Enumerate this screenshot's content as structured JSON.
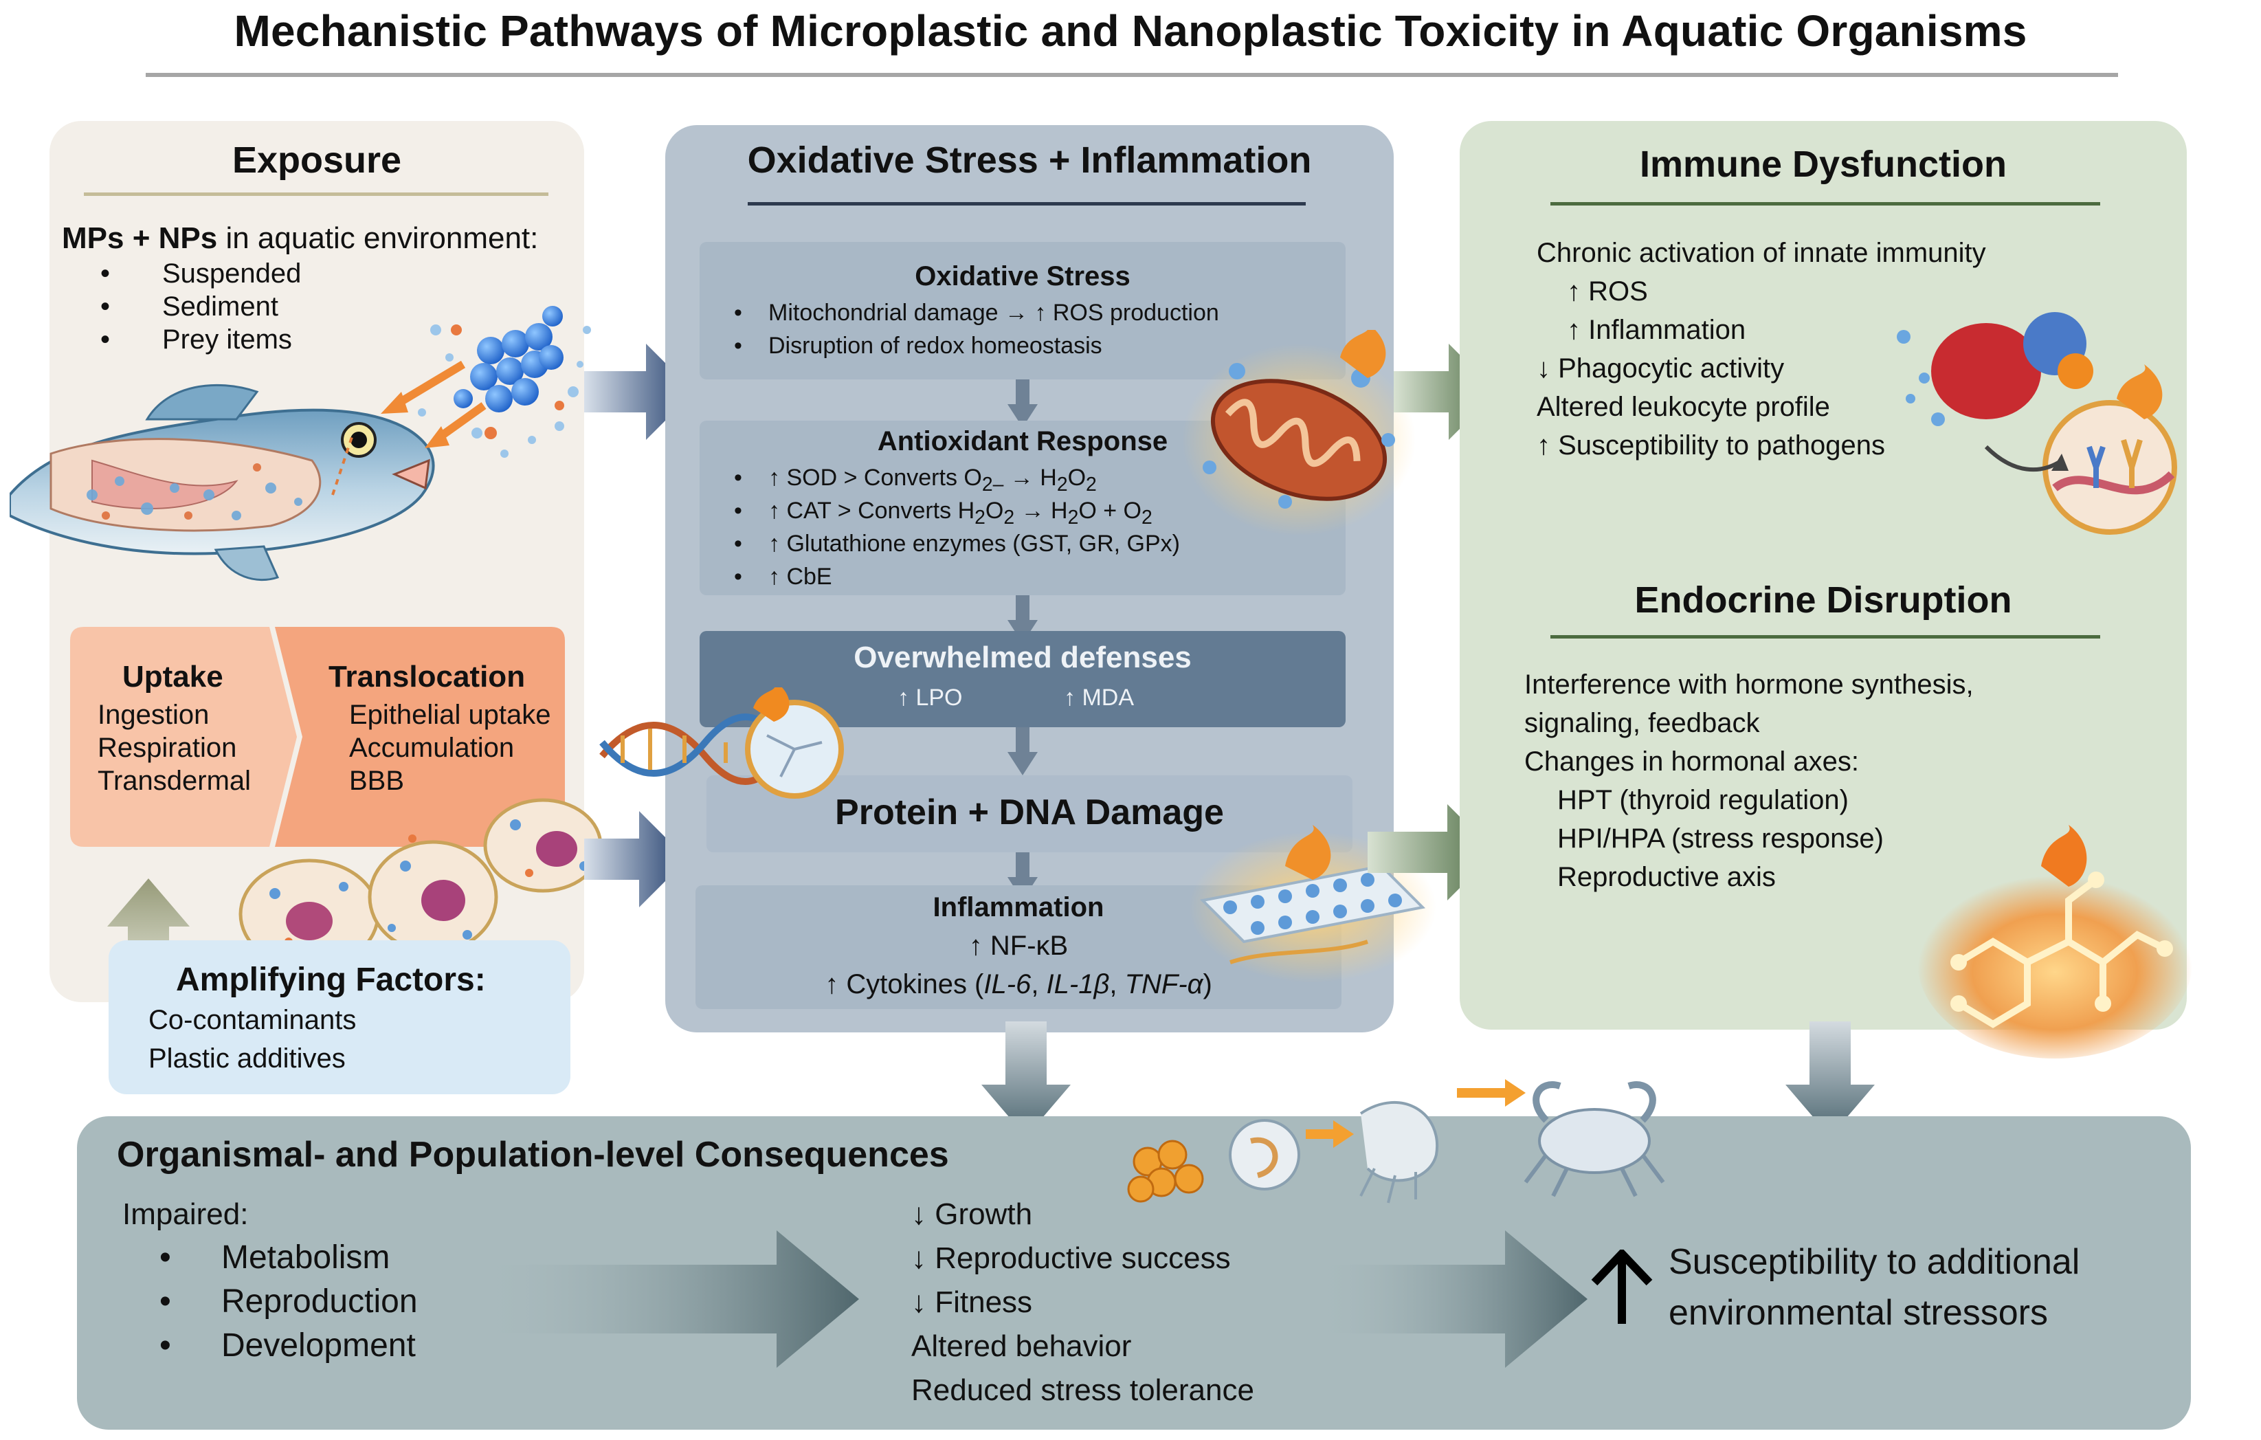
{
  "title": "Mechanistic Pathways of Microplastic and Nanoplastic Toxicity in Aquatic Organisms",
  "exposure": {
    "heading": "Exposure",
    "intro_bold": "MPs + NPs",
    "intro_rest": " in aquatic environment:",
    "sources": [
      "Suspended",
      "Sediment",
      "Prey items"
    ],
    "uptake": {
      "heading": "Uptake",
      "items": [
        "Ingestion",
        "Respiration",
        "Transdermal"
      ]
    },
    "translocation": {
      "heading": "Translocation",
      "items": [
        "Epithelial uptake",
        "Accumulation",
        "BBB"
      ]
    },
    "amplifying": {
      "heading": "Amplifying Factors:",
      "items": [
        "Co-contaminants",
        "Plastic additives"
      ]
    }
  },
  "oxidative": {
    "heading": "Oxidative Stress + Inflammation",
    "stress": {
      "heading": "Oxidative Stress",
      "items": [
        "Mitochondrial damage → ↑ ROS production",
        "Disruption of redox homeostasis"
      ]
    },
    "antioxidant": {
      "heading": "Antioxidant Response",
      "sod": {
        "enzyme": "↑ SOD",
        "sep": ">",
        "pre": "Converts O",
        "sub1": "2–",
        "mid": " → H",
        "sub2": "2",
        "end": "O",
        "sub3": "2"
      },
      "cat": {
        "enzyme": "↑ CAT",
        "sep": ">",
        "pre": "Converts H",
        "sub1": "2",
        "mid": "O",
        "sub2": "2",
        "arrow": " → H",
        "sub3": "2",
        "end": "O + O",
        "sub4": "2"
      },
      "items": [
        "↑ Glutathione enzymes (GST, GR, GPx)",
        "↑ CbE"
      ]
    },
    "overwhelmed": {
      "heading": "Overwhelmed defenses",
      "lpo": "↑ LPO",
      "mda": "↑ MDA"
    },
    "damage": "Protein + DNA Damage",
    "inflammation": {
      "heading": "Inflammation",
      "nfkb": "↑ NF-κB",
      "cyto_pre": "↑ Cytokines (",
      "il6": "IL-6",
      "il1b": "IL-1β",
      "tnf": "TNF-α",
      "sep": ", ",
      "close": ")"
    }
  },
  "immune": {
    "heading": "Immune Dysfunction",
    "items": [
      "Chronic activation of innate immunity",
      "↑ ROS",
      "↑ Inflammation",
      "↓ Phagocytic activity",
      "Altered leukocyte profile",
      "↑ Susceptibility to pathogens"
    ]
  },
  "endocrine": {
    "heading": "Endocrine Disruption",
    "items": [
      "Interference with hormone synthesis,",
      "signaling, feedback",
      "Changes in hormonal axes:",
      "HPT (thyroid regulation)",
      "HPI/HPA (stress response)",
      "Reproductive axis"
    ]
  },
  "consequences": {
    "heading": "Organismal- and Population-level Consequences",
    "impaired_label": "Impaired:",
    "impaired": [
      "Metabolism",
      "Reproduction",
      "Development"
    ],
    "effects": [
      "↓ Growth",
      "↓ Reproductive success",
      "↓ Fitness",
      "Altered behavior",
      "Reduced stress tolerance"
    ],
    "final_line1": "Susceptibility to additional",
    "final_line2": "environmental stressors"
  },
  "colors": {
    "exposure_bg": "#f3efe9",
    "oxidative_bg": "#b7c3cf",
    "immune_bg": "#d9e4d2",
    "consequence_bg": "#a9babd",
    "uptake": "#f8c4a8",
    "translocation": "#f4a57e",
    "amplifying": "#d9eaf6",
    "dark_box": "#637b93",
    "arrow_blue": "#25406e",
    "arrow_green": "#4f6e45"
  }
}
